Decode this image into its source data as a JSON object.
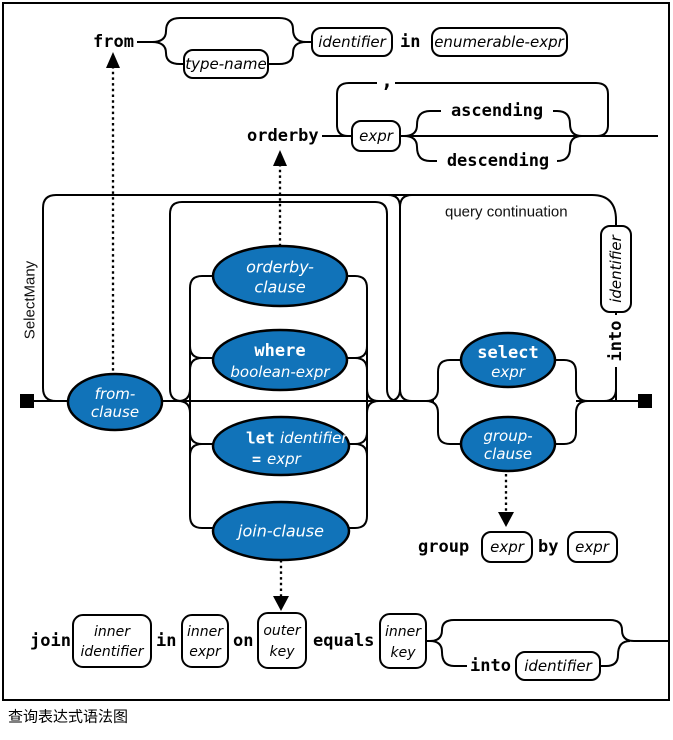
{
  "caption": "查询表达式语法图",
  "colors": {
    "node_fill": "#1173B9",
    "line": "#000000"
  },
  "from_rule": {
    "kw_from": "from",
    "type_name": "type-name",
    "identifier": "identifier",
    "kw_in": "in",
    "enumerable_expr": "enumerable-expr"
  },
  "orderby_rule": {
    "kw_orderby": "orderby",
    "expr": "expr",
    "comma": ",",
    "ascending": "ascending",
    "descending": "descending"
  },
  "main_rule": {
    "select_many_label": "SelectMany",
    "query_continuation_label": "query continuation",
    "kw_into": "into",
    "identifier": "identifier",
    "nodes": {
      "from_clause_l1": "from-",
      "from_clause_l2": "clause",
      "orderby_clause_l1": "orderby-",
      "orderby_clause_l2": "clause",
      "where_kw": "where",
      "where_sub": "boolean-expr",
      "let_kw": "let",
      "let_id": "identifier",
      "let_eq": "=",
      "let_expr": "expr",
      "join_clause": "join-clause",
      "select_kw": "select",
      "select_sub": "expr",
      "group_clause_l1": "group-",
      "group_clause_l2": "clause"
    }
  },
  "group_rule": {
    "kw_group": "group",
    "expr1": "expr",
    "kw_by": "by",
    "expr2": "expr"
  },
  "join_rule": {
    "kw_join": "join",
    "box1_l1": "inner",
    "box1_l2": "identifier",
    "kw_in": "in",
    "box2_l1": "inner",
    "box2_l2": "expr",
    "kw_on": "on",
    "box3_l1": "outer",
    "box3_l2": "key",
    "kw_equals": "equals",
    "box4_l1": "inner",
    "box4_l2": "key",
    "kw_into": "into",
    "identifier": "identifier"
  }
}
